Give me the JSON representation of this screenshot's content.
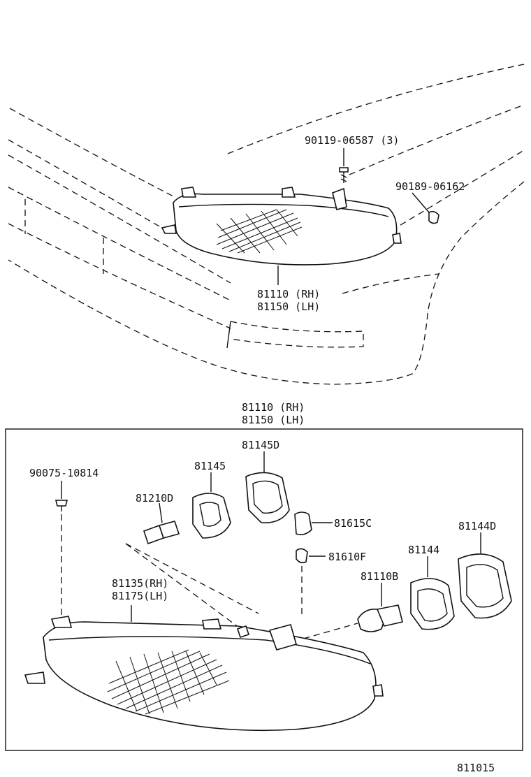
{
  "labels": {
    "screw_top": "90119-06587 (3)",
    "clip_top": "90189-06162",
    "unit_top_rh": "81110 (RH)",
    "unit_top_lh": "81150 (LH)",
    "unit_box_rh": "81110 (RH)",
    "unit_box_lh": "81150 (LH)",
    "bolt": "90075-10814",
    "retainer_d": "81145D",
    "retainer": "81145",
    "bulb_small": "81210D",
    "socket": "81615C",
    "bulb_wedge": "81610F",
    "housing_rh": "81135(RH)",
    "housing_lh": "81175(LH)",
    "bulb_main": "81110B",
    "retainer_ring": "81144",
    "retainer_ring_d": "81144D",
    "figure_number": "811015"
  }
}
